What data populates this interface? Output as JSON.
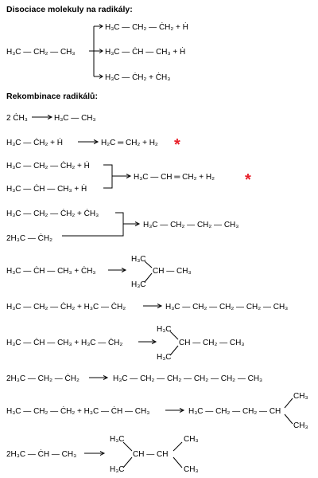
{
  "headings": {
    "dissociation": "Disociace molekuly na radikály:",
    "recombination": "Rekombinace radikálů:"
  },
  "chem": {
    "d_reactant": "H₃C — CH₂ — CH₃",
    "d_p1": "H₃C — CH₂ — ĊH₂ + Ḣ",
    "d_p2": "H₃C — ĊH — CH₃ + Ḣ",
    "d_p3": "H₃C — ĊH₂ + ĊH₃",
    "r1_lhs": "2 ĊH₃",
    "r1_rhs": "H₃C — CH₃",
    "r2_lhs": "H₃C — ĊH₂ + Ḣ",
    "r2_rhs": "H₂C ═ CH₂ + H₂",
    "r3_lhs_a": "H₃C — CH₂ — ĊH₂ + Ḣ",
    "r3_lhs_b": "H₃C — ĊH — CH₃ + Ḣ",
    "r3_rhs": "H₃C — CH ═ CH₂ + H₂",
    "r4_lhs_a": "H₃C — CH₂ — ĊH₂ + ĊH₃",
    "r4_lhs_b": "2H₃C — ĊH₂",
    "r4_rhs": "H₃C — CH₂ — CH₂ — CH₃",
    "r5_lhs": "H₃C — ĊH — CH₃ + ĊH₃",
    "r5_rhs_top": "H₃C",
    "r5_rhs_mid": "CH — CH₃",
    "r5_rhs_bot": "H₃C",
    "r6_lhs": "H₃C — CH₂ — ĊH₂ + H₃C — ĊH₂",
    "r6_rhs": "H₃C — CH₂ — CH₂ — CH₂ — CH₃",
    "r7_lhs": "H₃C — ĊH — CH₃ + H₃C — ĊH₂",
    "r7_rhs_top": "H₃C",
    "r7_rhs_mid": "CH — CH₂ — CH₃",
    "r7_rhs_bot": "H₃C",
    "r8_lhs": "2H₃C — CH₂ — ĊH₂",
    "r8_rhs": "H₃C — CH₂ — CH₂ — CH₂ — CH₂ — CH₃",
    "r9_lhs": "H₃C — CH₂ — ĊH₂ + H₃C — ĊH — CH₃",
    "r9_rhs_main": "H₃C — CH₂ — CH₂ — CH",
    "r9_rhs_top": "CH₃",
    "r9_rhs_bot": "CH₃",
    "r10_lhs": "2H₃C — ĊH — CH₃",
    "r10_rhs_tl": "H₃C",
    "r10_rhs_tr": "CH₃",
    "r10_rhs_mid": "CH — CH",
    "r10_rhs_bl": "H₃C",
    "r10_rhs_br": "CH₃"
  },
  "marks": {
    "star_1": "*",
    "star_2": "*"
  },
  "colors": {
    "star": "#e8202a",
    "text": "#000000"
  }
}
